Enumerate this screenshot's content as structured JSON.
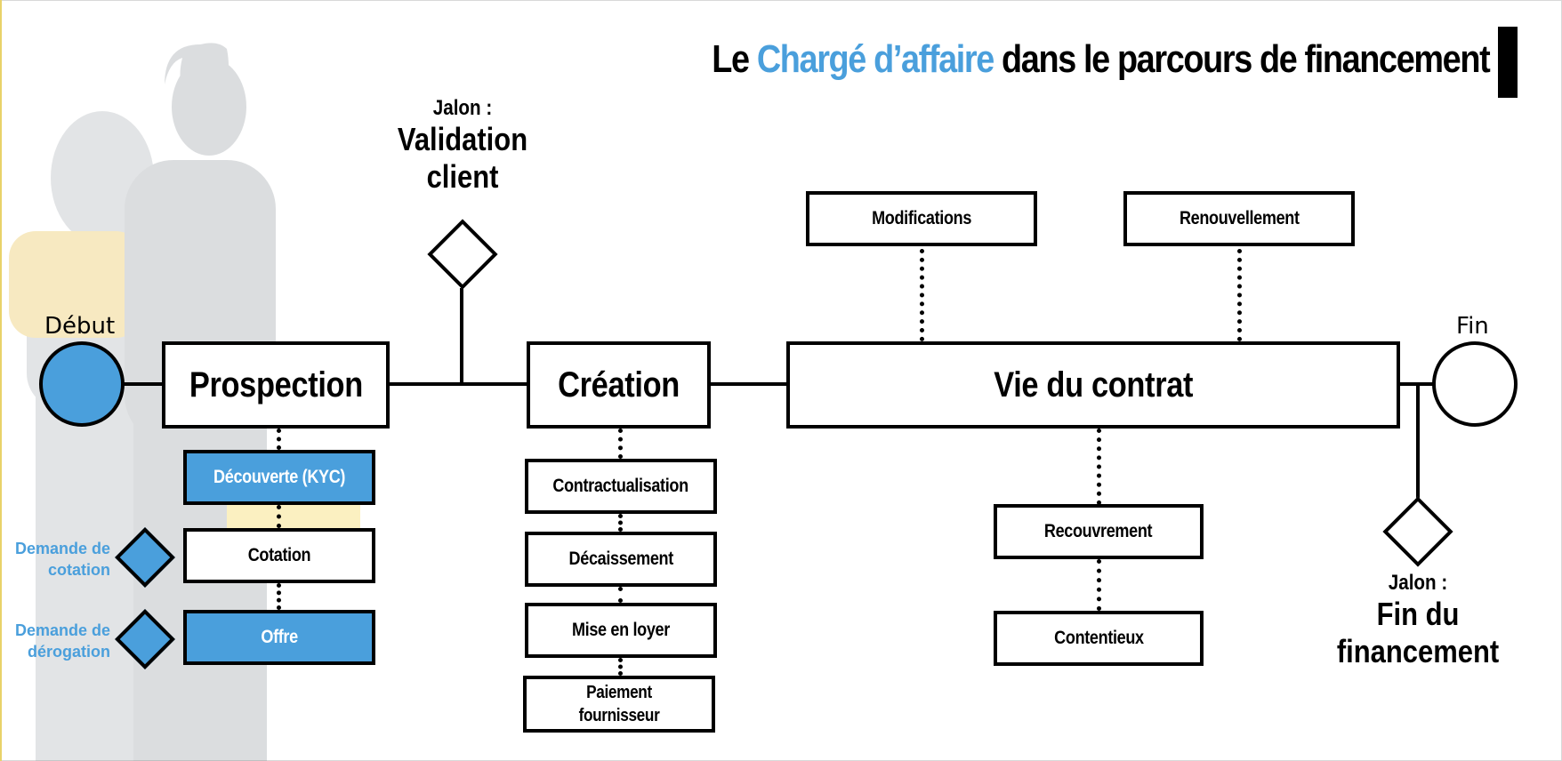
{
  "title": {
    "prefix": "Le ",
    "highlight": "Chargé d’affaire",
    "suffix": " dans le parcours de financement"
  },
  "start_label": "Début",
  "end_label": "Fin",
  "milestone_validation": {
    "label": "Jalon :",
    "value": "Validation client"
  },
  "milestone_end": {
    "label": "Jalon :",
    "value": "Fin du financement"
  },
  "phases": {
    "prospection": "Prospection",
    "creation": "Création",
    "vie_contrat": "Vie du contrat"
  },
  "prospection_steps": {
    "decouverte": "Découverte (KYC)",
    "cotation": "Cotation",
    "offre": "Offre"
  },
  "side_labels": {
    "cotation": "Demande de cotation",
    "derogation": "Demande de dérogation"
  },
  "creation_steps": {
    "contractualisation": "Contractualisation",
    "decaissement": "Décaissement",
    "mise_en_loyer": "Mise en loyer",
    "paiement": "Paiement fournisseur"
  },
  "vie_contrat_steps": {
    "modifications": "Modifications",
    "renouvellement": "Renouvellement",
    "recouvrement": "Recouvrement",
    "contentieux": "Contentieux"
  },
  "colors": {
    "accent": "#4a9fdc",
    "line": "#000000"
  }
}
